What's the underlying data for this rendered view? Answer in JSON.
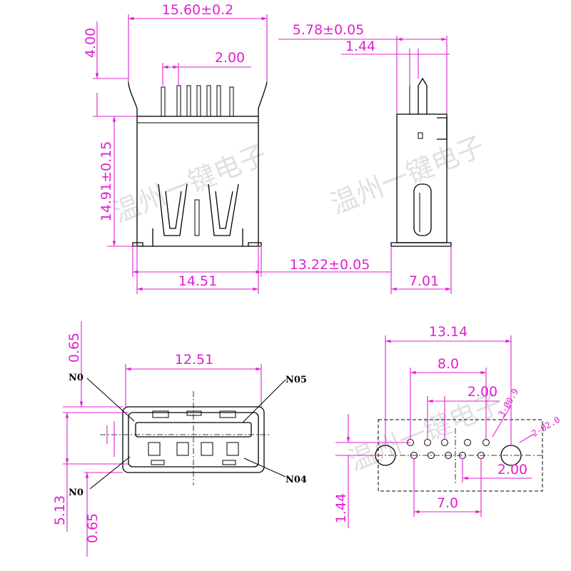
{
  "colors": {
    "dimension": "#e020d0",
    "outline": "#000000",
    "watermark": "#c8c8c8",
    "background": "#ffffff"
  },
  "watermark": "温州一键电子",
  "front_view": {
    "width_total": "15.60±0.2",
    "pin_extension": "4.00",
    "pin_pitch": "2.00",
    "body_height": "14.91±0.15",
    "body_width": "14.51"
  },
  "side_view": {
    "depth": "5.78±0.05",
    "pin_offset": "1.44",
    "tab_span": "13.22±0.05",
    "bottom_depth": "7.01"
  },
  "top_view": {
    "opening_width": "12.51",
    "top_offset": "0.65",
    "total_height": "5.13",
    "bottom_offset": "0.65",
    "labels": {
      "n0_top": "N0",
      "n05": "N05",
      "n04": "N04",
      "n0_bottom": "N0"
    }
  },
  "footprint": {
    "overall": "13.14",
    "inner_span": "8.0",
    "pitch_top": "2.00",
    "pitch_bottom": "2.00",
    "bottom_span": "7.0",
    "row_offset": "1.44",
    "hole_note_1": "3-Ø0.9",
    "hole_note_2": "2-Ø2.0"
  }
}
